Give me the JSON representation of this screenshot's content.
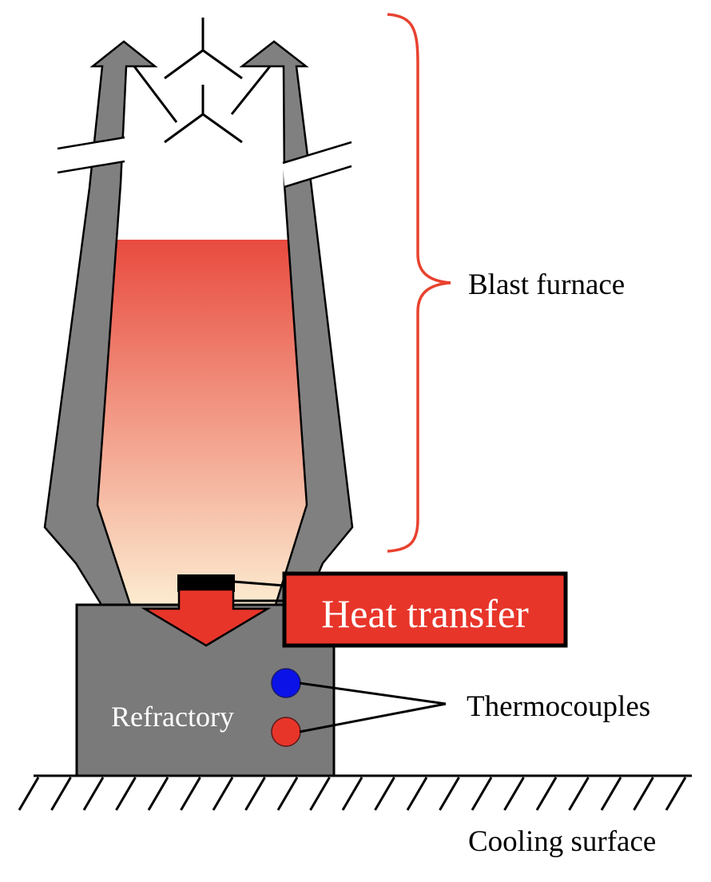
{
  "labels": {
    "blast_furnace": "Blast furnace",
    "heat_transfer": "Heat transfer",
    "refractory": "Refractory",
    "thermocouples": "Thermocouples",
    "cooling_surface": "Cooling surface"
  },
  "colors": {
    "wall_fill": "#808080",
    "refractory_fill": "#7a7a7a",
    "outline": "#000000",
    "molten_top": "#e84b3f",
    "molten_bottom": "#fcebd0",
    "brace": "#e8422f",
    "heat_arrow": "#e8352a",
    "heat_label_box": "#e8352a",
    "heat_label_text": "#ffffff",
    "thermocouple_upper": "#0a12e8",
    "thermocouple_lower": "#e8352a",
    "refractory_text": "#ffffff"
  }
}
